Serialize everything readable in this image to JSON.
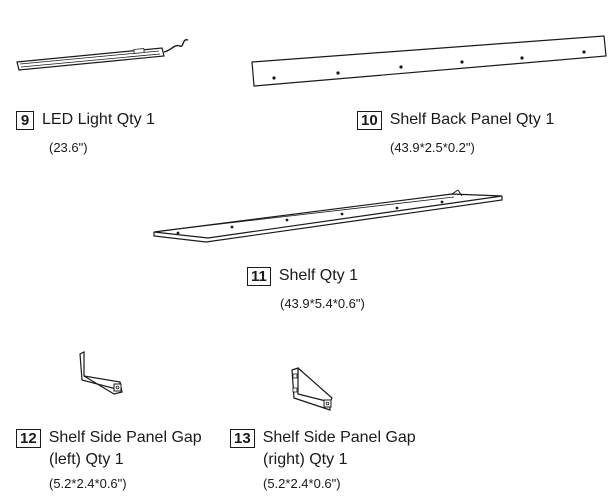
{
  "parts": [
    {
      "number": "9",
      "name": "LED Light Qty 1",
      "dims": "(23.6\")"
    },
    {
      "number": "10",
      "name": "Shelf Back Panel Qty 1",
      "dims": "(43.9*2.5*0.2\")"
    },
    {
      "number": "11",
      "name": "Shelf Qty 1",
      "dims": "(43.9*5.4*0.6\")"
    },
    {
      "number": "12",
      "name_line1": "Shelf Side Panel Gap",
      "name_line2": "(left) Qty 1",
      "dims": "(5.2*2.4*0.6\")"
    },
    {
      "number": "13",
      "name_line1": "Shelf Side Panel Gap",
      "name_line2": "(right) Qty 1",
      "dims": "(5.2*2.4*0.6\")"
    }
  ]
}
